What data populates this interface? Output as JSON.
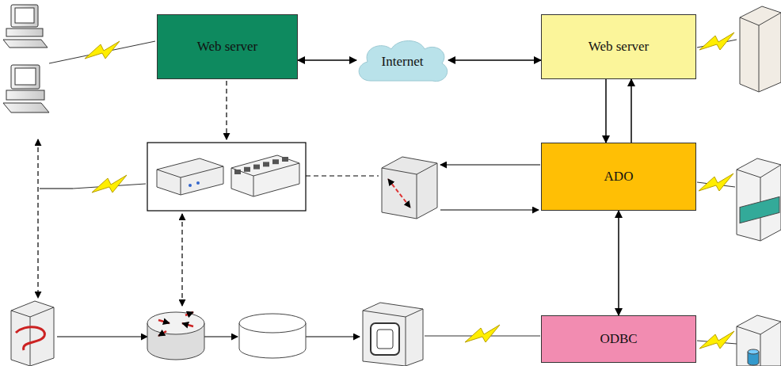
{
  "diagram": {
    "nodes": [
      {
        "text": [
          "Web server"
        ]
      },
      {
        "text": [
          "Internet"
        ]
      },
      {
        "text": [
          "Web server"
        ]
      },
      {
        "text": [
          "ADO"
        ]
      },
      {
        "text": [
          "ODBC"
        ]
      }
    ],
    "edges": [
      {
        "from": 0,
        "to": 1,
        "arrow": "both"
      },
      {
        "from": 1,
        "to": 2,
        "arrow": "both"
      },
      {
        "from": 2,
        "to": 3,
        "arrow": "to"
      },
      {
        "from": 3,
        "to": 2,
        "arrow": "to"
      },
      {
        "from": 3,
        "to": 4,
        "arrow": "both"
      }
    ]
  }
}
